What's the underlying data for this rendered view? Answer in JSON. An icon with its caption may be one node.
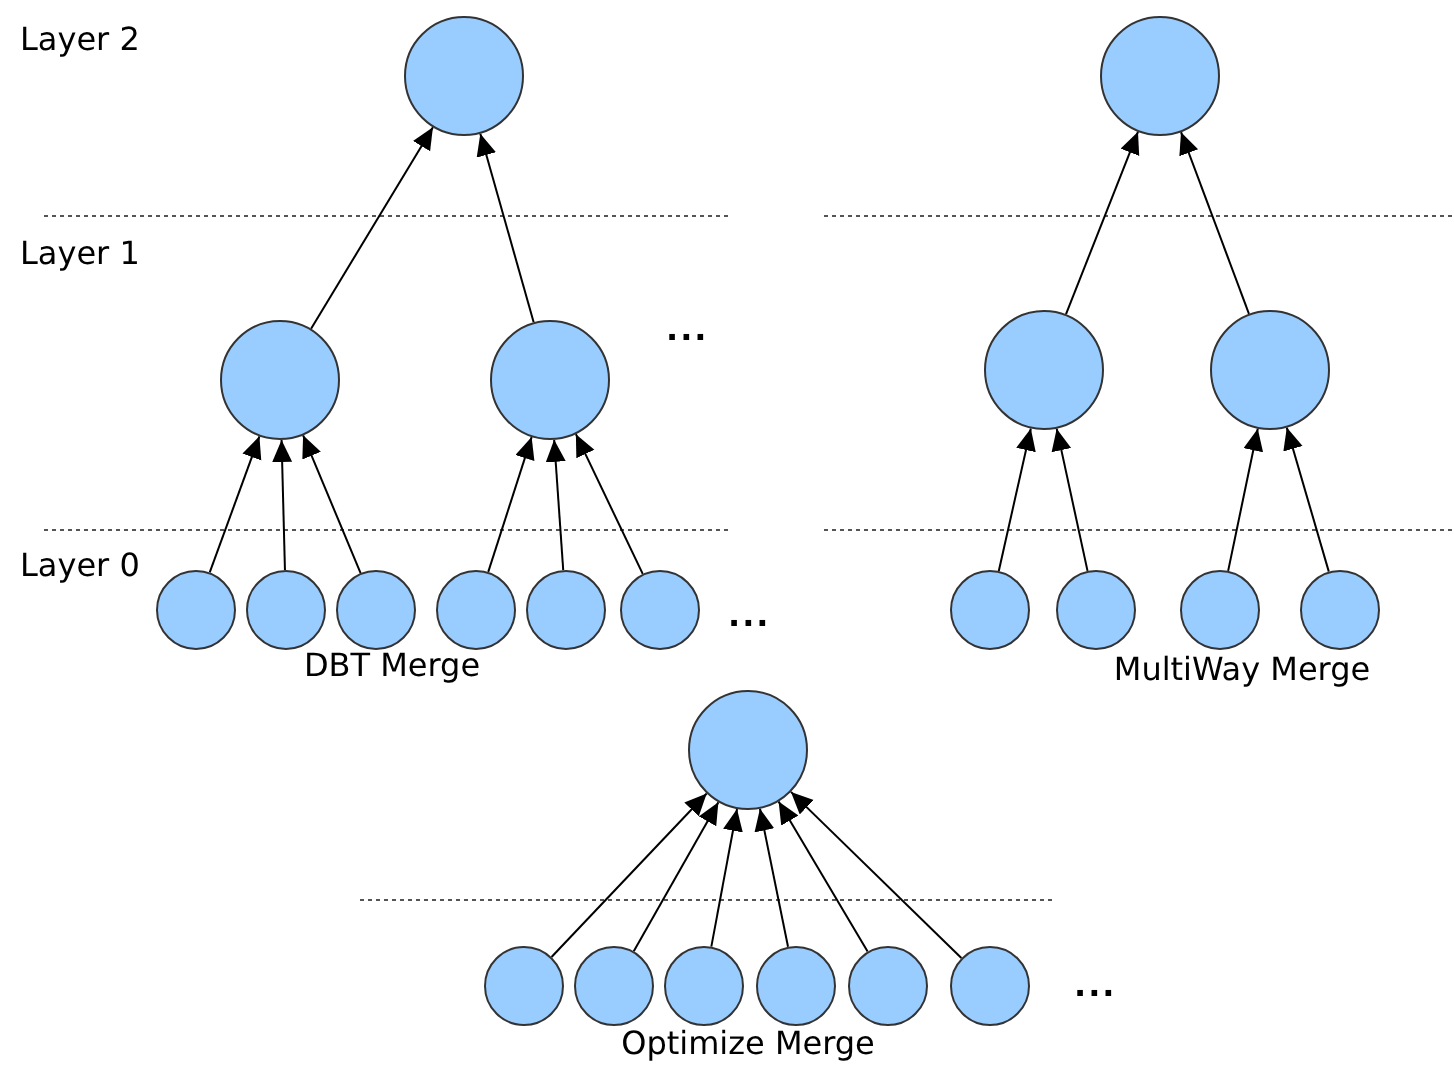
{
  "diagram": {
    "nodes": [
      {
        "text": [],
        "shape": "circle"
      },
      {
        "text": [],
        "shape": "circle"
      },
      {
        "text": [],
        "shape": "circle"
      },
      {
        "text": [],
        "shape": "circle"
      },
      {
        "text": [],
        "shape": "circle"
      },
      {
        "text": [],
        "shape": "circle"
      },
      {
        "text": [],
        "shape": "circle"
      },
      {
        "text": [],
        "shape": "circle"
      },
      {
        "text": [],
        "shape": "circle"
      },
      {
        "text": [],
        "shape": "circle"
      },
      {
        "text": [],
        "shape": "circle"
      },
      {
        "text": [],
        "shape": "circle"
      },
      {
        "text": [],
        "shape": "circle"
      },
      {
        "text": [],
        "shape": "circle"
      },
      {
        "text": [],
        "shape": "circle"
      },
      {
        "text": [],
        "shape": "circle"
      },
      {
        "text": [],
        "shape": "circle"
      },
      {
        "text": [],
        "shape": "circle"
      },
      {
        "text": [],
        "shape": "circle"
      },
      {
        "text": [],
        "shape": "circle"
      },
      {
        "text": [],
        "shape": "circle"
      },
      {
        "text": [],
        "shape": "circle"
      },
      {
        "text": [],
        "shape": "circle"
      }
    ],
    "edges": [
      {
        "from": 2,
        "to": 0,
        "arrow": "to"
      },
      {
        "from": 3,
        "to": 0,
        "arrow": "to"
      },
      {
        "from": 4,
        "to": 1,
        "arrow": "to"
      },
      {
        "from": 5,
        "to": 1,
        "arrow": "to"
      },
      {
        "from": 6,
        "to": 2,
        "arrow": "to"
      },
      {
        "from": 7,
        "to": 2,
        "arrow": "to"
      },
      {
        "from": 8,
        "to": 2,
        "arrow": "to"
      },
      {
        "from": 9,
        "to": 3,
        "arrow": "to"
      },
      {
        "from": 10,
        "to": 3,
        "arrow": "to"
      },
      {
        "from": 11,
        "to": 3,
        "arrow": "to"
      },
      {
        "from": 12,
        "to": 4,
        "arrow": "to"
      },
      {
        "from": 13,
        "to": 4,
        "arrow": "to"
      },
      {
        "from": 14,
        "to": 5,
        "arrow": "to"
      },
      {
        "from": 15,
        "to": 5,
        "arrow": "to"
      },
      {
        "from": 17,
        "to": 16,
        "arrow": "to"
      },
      {
        "from": 18,
        "to": 16,
        "arrow": "to"
      },
      {
        "from": 19,
        "to": 16,
        "arrow": "to"
      },
      {
        "from": 20,
        "to": 16,
        "arrow": "to"
      },
      {
        "from": 21,
        "to": 16,
        "arrow": "to"
      },
      {
        "from": 22,
        "to": 16,
        "arrow": "to"
      }
    ],
    "labels": [
      "Layer 2",
      "Layer 1",
      "...",
      "Layer 0",
      "...",
      "DBT Merge",
      "MultiWay Merge",
      "...",
      "Optimize Merge"
    ]
  }
}
